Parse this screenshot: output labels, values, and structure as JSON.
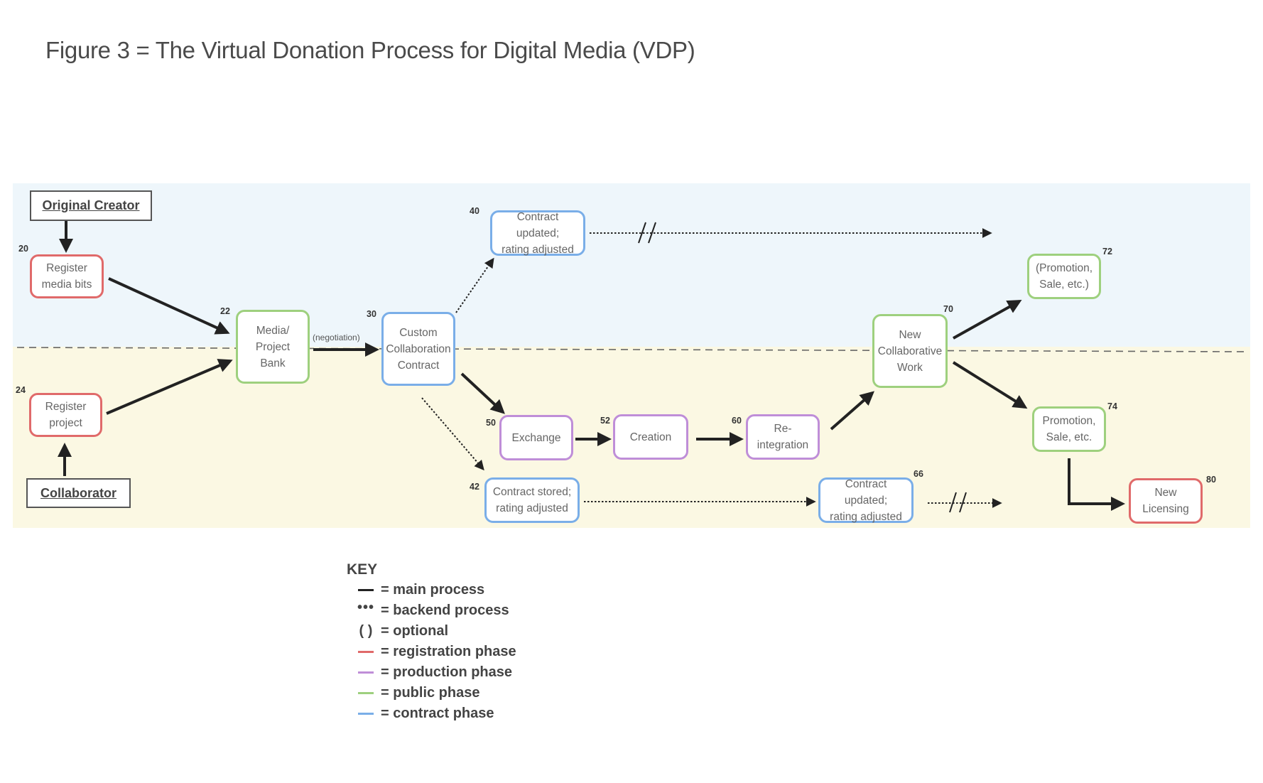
{
  "title": "Figure 3 = The Virtual Donation Process for Digital Media (VDP)",
  "colors": {
    "top_band": "#eef6fb",
    "bottom_band": "#fbf8e3",
    "registration": "#e06a6a",
    "production": "#bf8ed8",
    "public": "#9ed07e",
    "contract": "#7aaee8",
    "arrow": "#222222"
  },
  "actors": {
    "original_creator": "Original Creator",
    "collaborator": "Collaborator"
  },
  "nodes": {
    "register_media": {
      "number": "20",
      "line1": "Register",
      "line2": "media bits",
      "phase": "registration"
    },
    "register_project": {
      "number": "24",
      "line1": "Register",
      "line2": "project",
      "phase": "registration"
    },
    "media_bank": {
      "number": "22",
      "line1": "Media/",
      "line2": "Project",
      "line3": "Bank",
      "phase": "public"
    },
    "custom_contract": {
      "number": "30",
      "line1": "Custom",
      "line2": "Collaboration",
      "line3": "Contract",
      "phase": "contract"
    },
    "contract_updated_top": {
      "number": "40",
      "line1": "Contract updated;",
      "line2": "rating adjusted",
      "phase": "contract"
    },
    "contract_stored": {
      "number": "42",
      "line1": "Contract stored;",
      "line2": "rating adjusted",
      "phase": "contract"
    },
    "exchange": {
      "number": "50",
      "line1": "Exchange",
      "phase": "production"
    },
    "creation": {
      "number": "52",
      "line1": "Creation",
      "phase": "production"
    },
    "reintegration": {
      "number": "60",
      "line1": "Re-",
      "line2": "integration",
      "phase": "production"
    },
    "contract_updated_bottom": {
      "number": "66",
      "line1": "Contract updated;",
      "line2": "rating adjusted",
      "phase": "contract"
    },
    "new_work": {
      "number": "70",
      "line1": "New",
      "line2": "Collaborative",
      "line3": "Work",
      "phase": "public"
    },
    "promotion_optional": {
      "number": "72",
      "line1": "(Promotion,",
      "line2": "Sale, etc.)",
      "phase": "public"
    },
    "promotion": {
      "number": "74",
      "line1": "Promotion,",
      "line2": "Sale, etc.",
      "phase": "public"
    },
    "new_licensing": {
      "number": "80",
      "line1": "New",
      "line2": "Licensing",
      "phase": "registration"
    }
  },
  "negotiation_label": "(negotiation)",
  "key": {
    "title": "KEY",
    "items": [
      {
        "symbol": "line",
        "label": "= main process",
        "color": "#222222"
      },
      {
        "symbol": "dots",
        "label": "= backend process",
        "color": "#222222"
      },
      {
        "symbol": "( )",
        "label": "= optional",
        "color": "#222222"
      },
      {
        "symbol": "line",
        "label": "= registration phase",
        "color": "#e06a6a"
      },
      {
        "symbol": "line",
        "label": "= production phase",
        "color": "#bf8ed8"
      },
      {
        "symbol": "line",
        "label": "= public phase",
        "color": "#9ed07e"
      },
      {
        "symbol": "line",
        "label": "= contract phase",
        "color": "#7aaee8"
      }
    ]
  }
}
